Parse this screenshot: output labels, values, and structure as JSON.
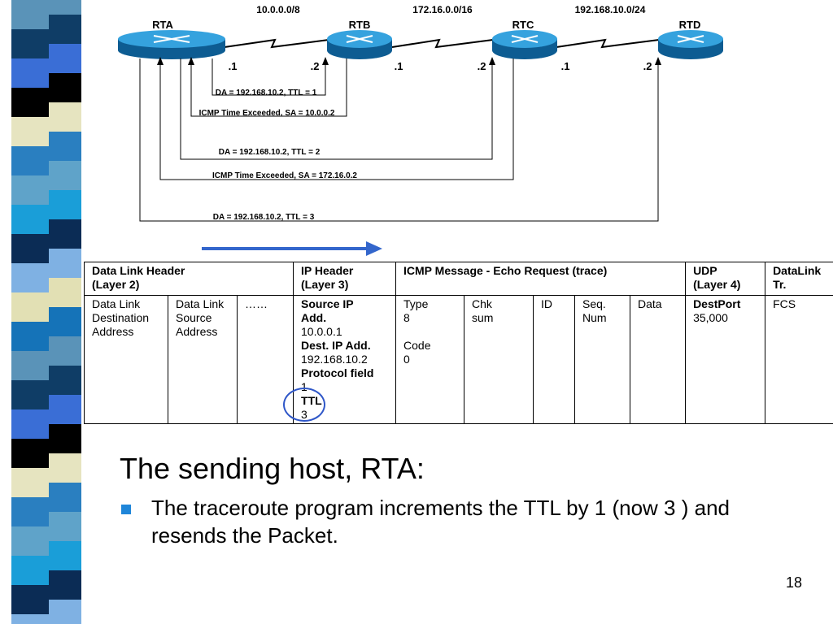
{
  "diagram": {
    "networks": [
      "10.0.0.0/8",
      "172.16.0.0/16",
      "192.168.10.0/24"
    ],
    "routers": [
      "RTA",
      "RTB",
      "RTC",
      "RTD"
    ],
    "interfaces": [
      ".1",
      ".2",
      ".1",
      ".2",
      ".1",
      ".2"
    ],
    "messages": [
      "DA = 192.168.10.2,   TTL = 1",
      "ICMP Time Exceeded, SA =  10.0.0.2",
      "DA = 192.168.10.2,   TTL = 2",
      "ICMP Time Exceeded, SA =  172.16.0.2",
      "DA = 192.168.10.2,   TTL = 3"
    ]
  },
  "packet": {
    "headers": {
      "datalink": [
        "Data Link Header",
        "(Layer 2)"
      ],
      "ip": [
        "IP Header",
        "(Layer 3)"
      ],
      "icmp": "ICMP Message - Echo Request (trace)",
      "udp": [
        "UDP",
        "(Layer 4)"
      ],
      "trailer": [
        "DataLink",
        "Tr."
      ]
    },
    "cells": {
      "dest": [
        "Data Link",
        "Destination",
        "Address"
      ],
      "src": [
        "Data Link",
        "Source",
        "Address"
      ],
      "dots": "……",
      "ip_fields": {
        "src_label": [
          "Source IP",
          "Add."
        ],
        "src_value": "10.0.0.1",
        "dst_label": "Dest. IP Add.",
        "dst_value": "192.168.10.2",
        "proto_label": "Protocol field",
        "proto_value": "1",
        "ttl_label": "TTL",
        "ttl_value": "3"
      },
      "type": [
        "Type",
        "8"
      ],
      "code": [
        "Code",
        "0"
      ],
      "chk": [
        "Chk",
        "sum"
      ],
      "id": "ID",
      "seq": [
        "Seq.",
        "Num"
      ],
      "data": "Data",
      "destport_label": "DestPort",
      "destport_value": "35,000",
      "fcs": "FCS"
    }
  },
  "slide": {
    "title": "The sending host, RTA:",
    "bullet": "The traceroute program increments the TTL by 1 (now 3 ) and resends the Packet.",
    "page_number": "18",
    "colors": {
      "accent_blue": "#3366cc",
      "router_blue": "#1e86c8",
      "bullet_blue": "#1f86d9"
    }
  }
}
